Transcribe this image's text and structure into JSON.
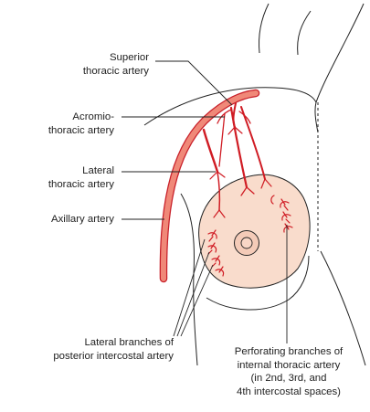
{
  "diagram": {
    "labels": {
      "superior_thoracic_artery": [
        "Superior",
        "thoracic artery"
      ],
      "acromiothoracic_artery": [
        "Acromio-",
        "thoracic artery"
      ],
      "lateral_thoracic_artery": [
        "Lateral",
        "thoracic artery"
      ],
      "axillary_artery": [
        "Axillary artery"
      ],
      "lateral_branches": [
        "Lateral branches of",
        "posterior intercostal artery"
      ],
      "perforating_branches": [
        "Perforating branches of",
        "internal thoracic artery",
        "(in 2nd, 3rd, and",
        "4th intercostal spaces)"
      ]
    },
    "colors": {
      "artery_fill": "#f08878",
      "artery_outline": "#c8202a",
      "branch": "#d01c24",
      "breast_fill": "#f9dccc",
      "outline": "#222222",
      "text": "#222222"
    }
  }
}
